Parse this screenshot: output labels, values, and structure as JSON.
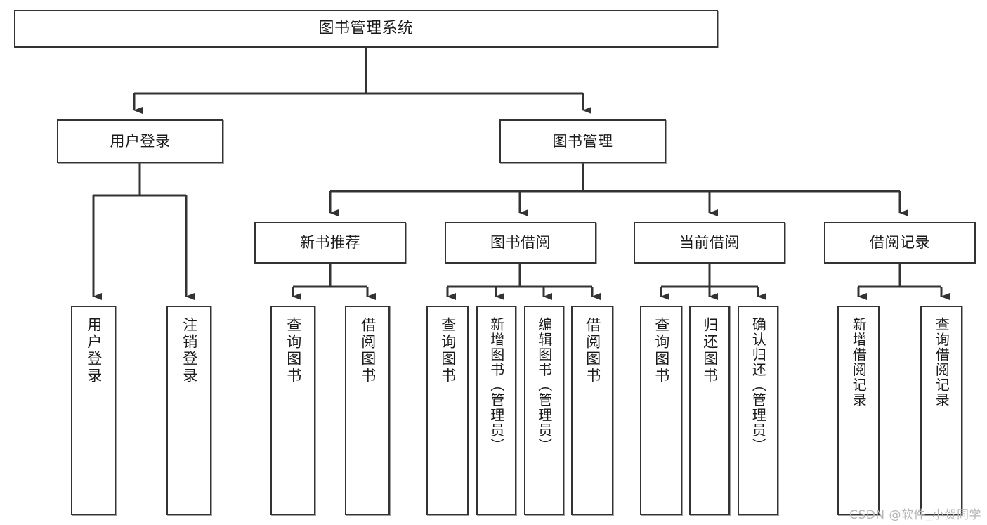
{
  "diagram": {
    "title": "图书管理系统",
    "type": "tree-hierarchy",
    "orientation": "top-down",
    "colors": {
      "box_border": "#333333",
      "box_fill": "#ffffff",
      "edge": "#333333",
      "text": "#1a1a1a",
      "watermark": "#b6b6b6",
      "background": "#ffffff"
    },
    "root": {
      "label": "图书管理系统"
    },
    "level2": [
      {
        "label": "用户登录"
      },
      {
        "label": "图书管理"
      }
    ],
    "level3": [
      {
        "label": "新书推荐"
      },
      {
        "label": "图书借阅"
      },
      {
        "label": "当前借阅"
      },
      {
        "label": "借阅记录"
      }
    ],
    "leaves": {
      "user_login": [
        {
          "label": "用户登录"
        },
        {
          "label": "注销登录"
        }
      ],
      "new_book_recommend": [
        {
          "label": "查询图书"
        },
        {
          "label": "借阅图书"
        }
      ],
      "book_borrow": [
        {
          "label": "查询图书"
        },
        {
          "label": "新增图书（管理员）"
        },
        {
          "label": "编辑图书（管理员）"
        },
        {
          "label": "借阅图书"
        }
      ],
      "current_borrow": [
        {
          "label": "查询图书"
        },
        {
          "label": "归还图书"
        },
        {
          "label": "确认归还（管理员）"
        }
      ],
      "borrow_record": [
        {
          "label": "新增借阅记录"
        },
        {
          "label": "查询借阅记录"
        }
      ]
    }
  },
  "watermark": {
    "text": "CSDN @软件_小贺同学"
  }
}
